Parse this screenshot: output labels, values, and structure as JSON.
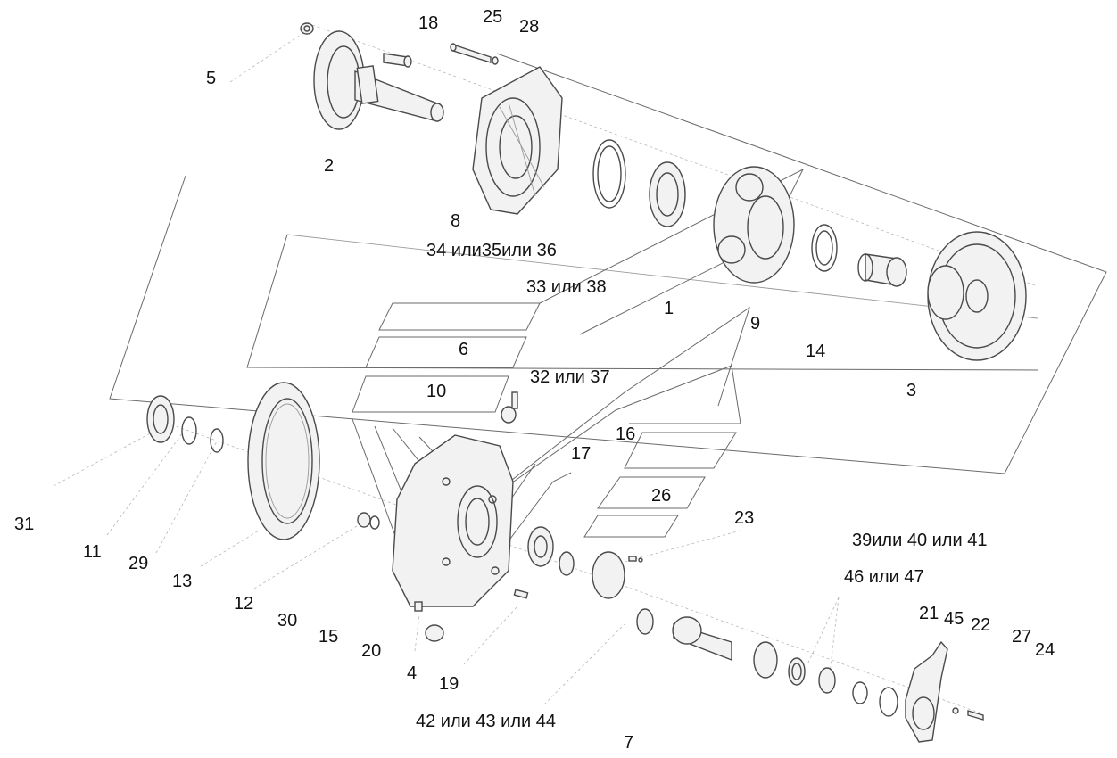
{
  "diagram": {
    "labels": {
      "l5": "5",
      "l18": "18",
      "l25": "25",
      "l28": "28",
      "l2": "2",
      "l8": "8",
      "l34": "34 или35или 36",
      "l33": "33 или 38",
      "l1": "1",
      "l9": "9",
      "l6": "6",
      "l14": "14",
      "l3": "3",
      "l10": "10",
      "l32": "32 или 37",
      "l16": "16",
      "l17": "17",
      "l26": "26",
      "l23": "23",
      "l31": "31",
      "l11": "11",
      "l29": "29",
      "l13": "13",
      "l12": "12",
      "l30": "30",
      "l15": "15",
      "l20": "20",
      "l4": "4",
      "l19": "19",
      "l42": "42 или 43 или 44",
      "l7": "7",
      "l39": "39или 40 или 41",
      "l46": "46 или 47",
      "l21": "21",
      "l45": "45",
      "l22": "22",
      "l27": "27",
      "l24": "24"
    }
  }
}
